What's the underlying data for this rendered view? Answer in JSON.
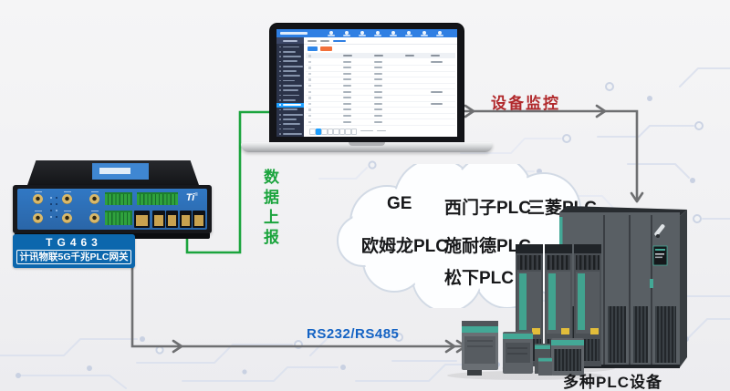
{
  "gateway_label": {
    "model": "TG463",
    "name": "计讯物联5G千兆PLC网关"
  },
  "router": {
    "brand_logo": "Ti"
  },
  "flow_labels": {
    "data_report": "数据上报",
    "device_monitoring": "设备监控",
    "serial": "RS232/RS485",
    "plc_caption": "多种PLC设备"
  },
  "cloud_brands": [
    "GE",
    "西门子PLC",
    "三菱PLC",
    "欧姆龙PLC",
    "施耐德PLC",
    "松下PLC"
  ],
  "colors": {
    "flow_green": "#1ba43d",
    "flow_gray": "#6e6f71",
    "monitor_red": "#b1292c",
    "serial_blue": "#1463c4",
    "label_blue": "#0c67ad",
    "router_blue": "#2e6fba",
    "plc_teal": "#43a896",
    "screen_topbar_blue": "#2f7fe3",
    "screen_sidebar_dark": "#2b3349",
    "screen_active_blue": "#1e9fff",
    "screen_orange": "#f2703a"
  },
  "laptop_ui": {
    "nav_count": 8,
    "sidebar_count": 19,
    "active_sidebar_index": 12,
    "col_pos": [
      0.27,
      0.5,
      0.73,
      0.92
    ],
    "table_rows": [
      "1101",
      "1100",
      "1100",
      "1100",
      "1100",
      "1101",
      "1100",
      "1101",
      "1100",
      "1100",
      "1100"
    ],
    "pager_count": 8
  }
}
